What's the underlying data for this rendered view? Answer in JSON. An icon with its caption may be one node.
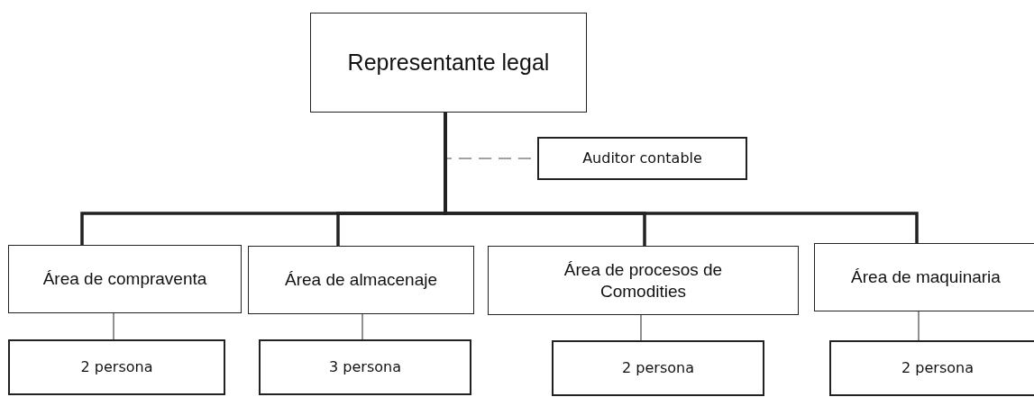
{
  "diagram": {
    "nodes": [
      {
        "text": [
          "Representante legal"
        ]
      },
      {
        "text": [
          "Auditor contable"
        ]
      },
      {
        "text": [
          "Área de compraventa"
        ]
      },
      {
        "text": [
          "Área de almacenaje"
        ]
      },
      {
        "text": [
          "Área de procesos de Comodities"
        ]
      },
      {
        "text": [
          "Área de maquinaria"
        ]
      },
      {
        "text": [
          "2 persona"
        ]
      },
      {
        "text": [
          "3 persona"
        ]
      },
      {
        "text": [
          "2 persona"
        ]
      },
      {
        "text": [
          "2 persona"
        ]
      }
    ],
    "edges": [
      {
        "from": 0,
        "to": 1,
        "arrow": "none",
        "style": "dashed"
      },
      {
        "from": 0,
        "to": 2,
        "arrow": "none",
        "style": "thick"
      },
      {
        "from": 0,
        "to": 3,
        "arrow": "none",
        "style": "thick"
      },
      {
        "from": 0,
        "to": 4,
        "arrow": "none",
        "style": "thick"
      },
      {
        "from": 0,
        "to": 5,
        "arrow": "none",
        "style": "thick"
      },
      {
        "from": 2,
        "to": 6,
        "arrow": "none"
      },
      {
        "from": 3,
        "to": 7,
        "arrow": "none"
      },
      {
        "from": 4,
        "to": 8,
        "arrow": "none"
      },
      {
        "from": 5,
        "to": 9,
        "arrow": "none"
      }
    ]
  }
}
